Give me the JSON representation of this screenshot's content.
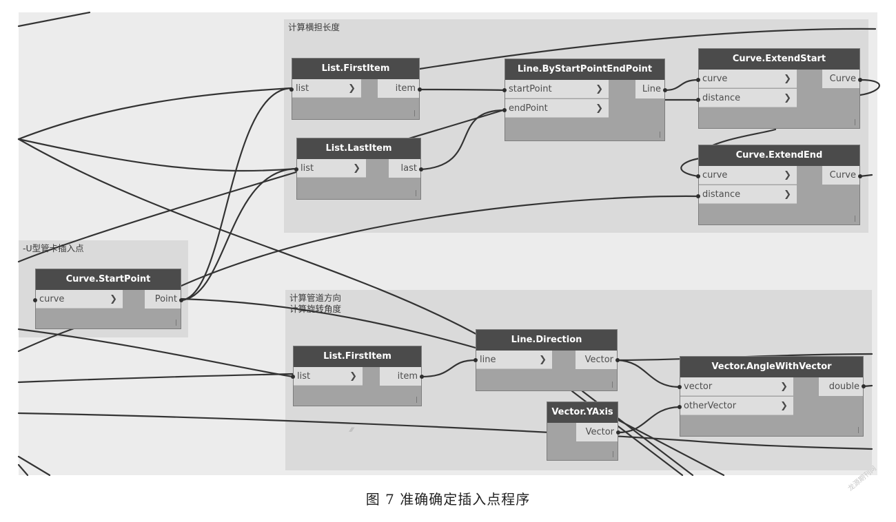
{
  "groups": [
    {
      "id": "g1",
      "title": "计算横担长度"
    },
    {
      "id": "g2",
      "title": "-U型管卡插入点"
    },
    {
      "id": "g3",
      "title": "计算管道方向\n计算旋转角度"
    }
  ],
  "nodes": {
    "list_firstitem_1": {
      "title": "List.FirstItem",
      "inputs": [
        "list"
      ],
      "outputs": [
        "item"
      ]
    },
    "list_lastitem": {
      "title": "List.LastItem",
      "inputs": [
        "list"
      ],
      "outputs": [
        "last"
      ]
    },
    "line_bystartpointendpoint": {
      "title": "Line.ByStartPointEndPoint",
      "inputs": [
        "startPoint",
        "endPoint"
      ],
      "outputs": [
        "Line"
      ]
    },
    "curve_extendstart": {
      "title": "Curve.ExtendStart",
      "inputs": [
        "curve",
        "distance"
      ],
      "outputs": [
        "Curve"
      ]
    },
    "curve_extendend": {
      "title": "Curve.ExtendEnd",
      "inputs": [
        "curve",
        "distance"
      ],
      "outputs": [
        "Curve"
      ]
    },
    "curve_startpoint": {
      "title": "Curve.StartPoint",
      "inputs": [
        "curve"
      ],
      "outputs": [
        "Point"
      ]
    },
    "list_firstitem_2": {
      "title": "List.FirstItem",
      "inputs": [
        "list"
      ],
      "outputs": [
        "item"
      ]
    },
    "line_direction": {
      "title": "Line.Direction",
      "inputs": [
        "line"
      ],
      "outputs": [
        "Vector"
      ]
    },
    "vector_anglewithvector": {
      "title": "Vector.AngleWithVector",
      "inputs": [
        "vector",
        "otherVector"
      ],
      "outputs": [
        "double"
      ]
    },
    "vector_yaxis": {
      "title": "Vector.YAxis",
      "inputs": [],
      "outputs": [
        "Vector"
      ]
    }
  },
  "caption": "图 7   准确确定插入点程序",
  "watermark": "龙源期刊网",
  "icons": {
    "input_arrow": "chevron-right-icon",
    "node_footer": "lacing-marker-icon",
    "group_grip": "resize-grip-icon"
  },
  "colors": {
    "canvas": "#ececec",
    "group": "#dadada",
    "node_header": "#4b4b4b",
    "node_body": "#a3a3a3",
    "port": "#dedede",
    "wire": "#333333"
  }
}
